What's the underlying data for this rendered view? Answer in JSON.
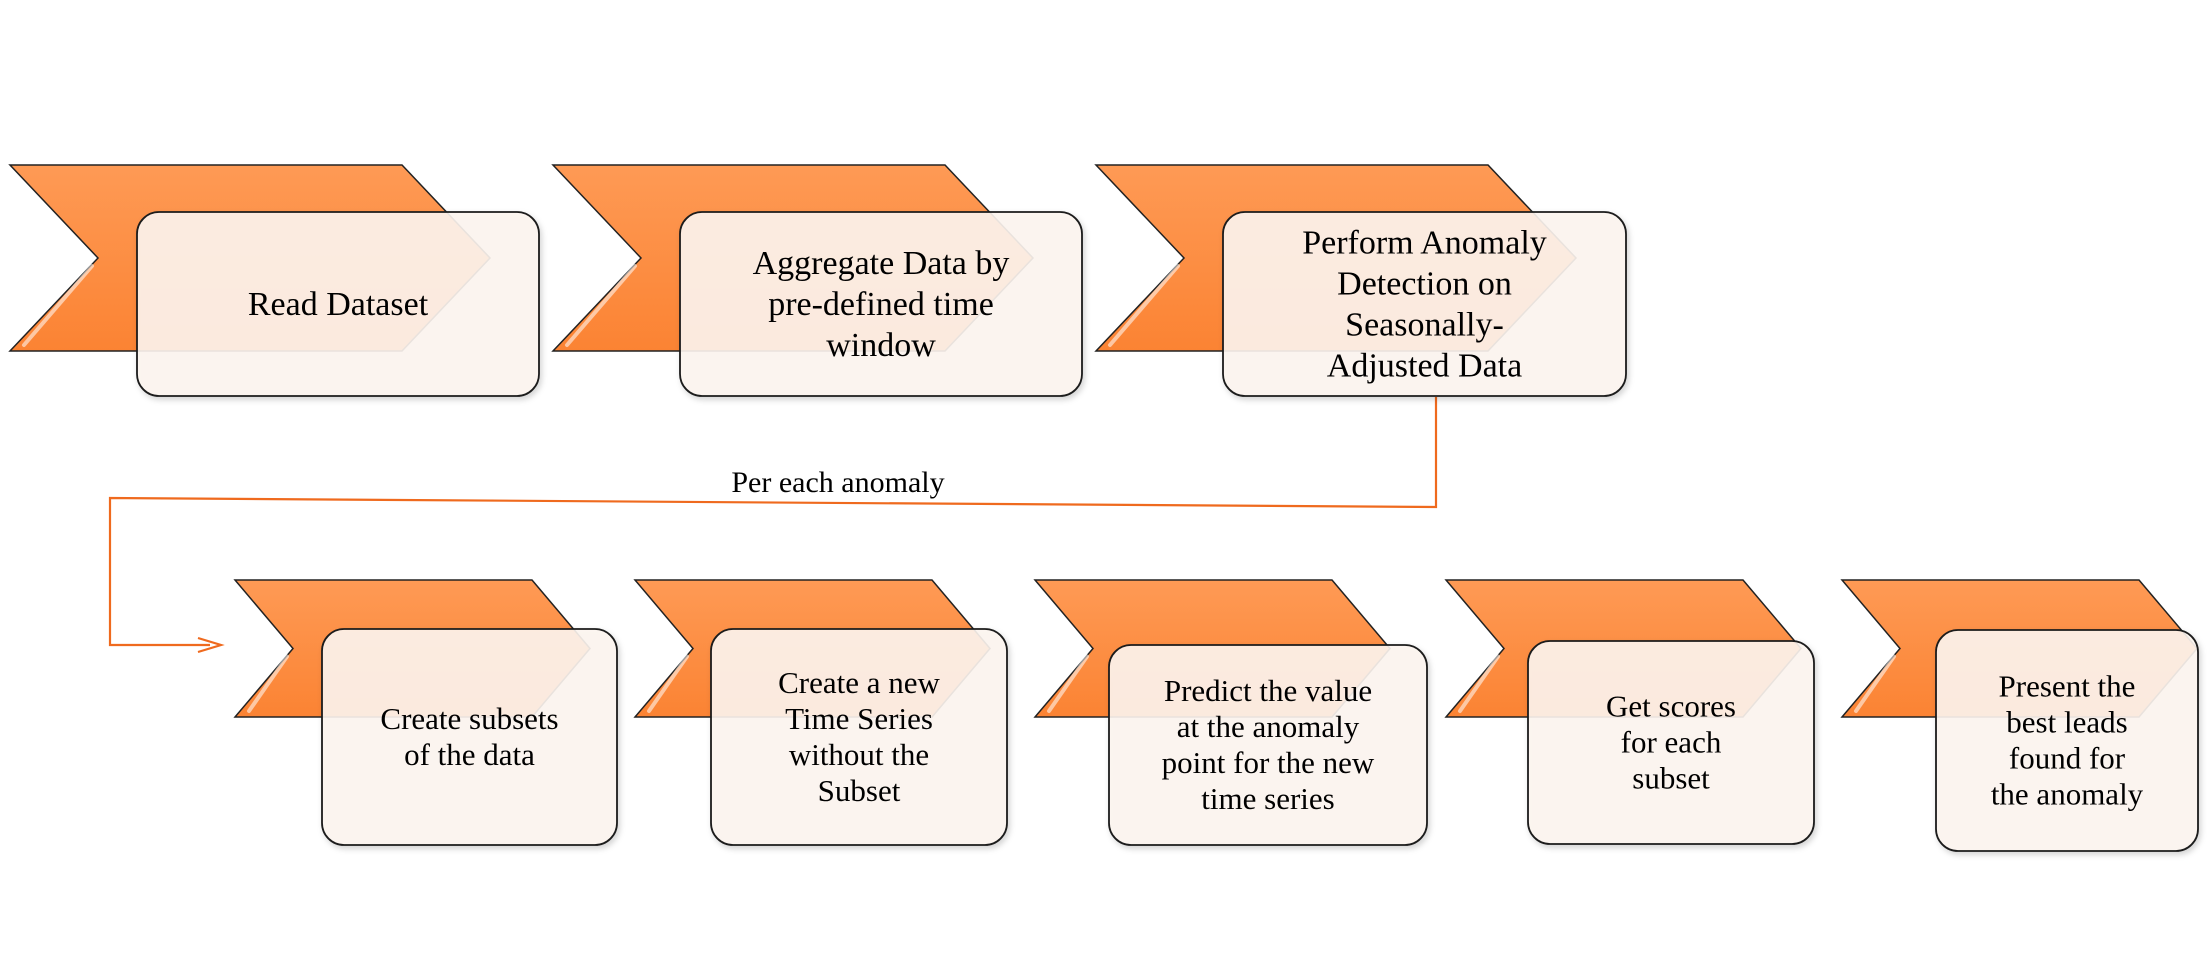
{
  "colors": {
    "chevron": "#fd8a3d",
    "chevron_edge": "#e86f1f",
    "box_fill": "#fdf5f0",
    "box_stroke": "#1a1a1a",
    "connector": "#ef6a1e"
  },
  "steps_row1": [
    {
      "name": "read-dataset",
      "lines": [
        "Read Dataset"
      ]
    },
    {
      "name": "aggregate-data",
      "lines": [
        "Aggregate Data by",
        "pre-defined time",
        "window"
      ]
    },
    {
      "name": "perform-anomaly-detection",
      "lines": [
        "Perform Anomaly",
        "Detection on",
        "Seasonally-",
        "Adjusted Data"
      ]
    }
  ],
  "steps_row2": [
    {
      "name": "create-subsets",
      "lines": [
        "Create subsets",
        "of the data"
      ]
    },
    {
      "name": "create-time-series",
      "lines": [
        "Create a new",
        "Time Series",
        "without the",
        "Subset"
      ]
    },
    {
      "name": "predict-value",
      "lines": [
        "Predict the value",
        "at the anomaly",
        "point for the new",
        "time series"
      ]
    },
    {
      "name": "get-scores",
      "lines": [
        "Get scores",
        "for each",
        "subset"
      ]
    },
    {
      "name": "present-leads",
      "lines": [
        "Present the",
        "best leads",
        "found for",
        "the anomaly"
      ]
    }
  ],
  "connector": {
    "label": "Per each anomaly"
  }
}
